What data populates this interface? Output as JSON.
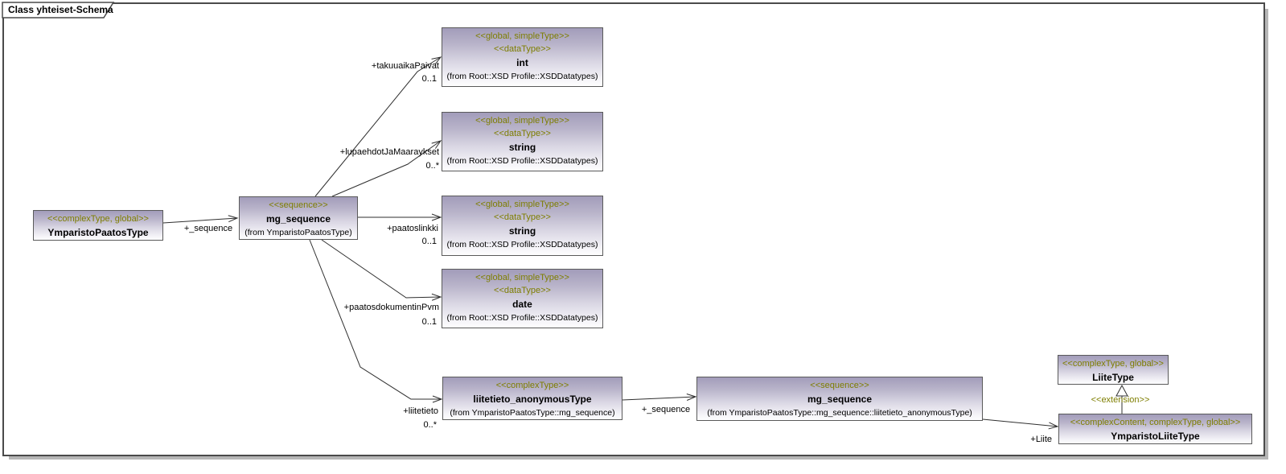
{
  "frame": {
    "title": "Class yhteiset-Schema"
  },
  "colors": {
    "stereotype_text": "#7e7e00",
    "node_fill_top": "#a29cba",
    "node_fill_bottom": "#fdfdfe",
    "node_border": "#5a5a5a",
    "edge_line": "#2f2f2f",
    "frame_border": "#4a4a4a",
    "frame_shadow": "#b6b6b6"
  },
  "nodes": {
    "ymparistoPaatosType": {
      "stereotype": "<<complexType, global>>",
      "name": "YmparistoPaatosType"
    },
    "mgSequence1": {
      "stereotype": "<<sequence>>",
      "name": "mg_sequence",
      "from": "(from YmparistoPaatosType)"
    },
    "int": {
      "stereotype1": "<<global, simpleType>>",
      "stereotype2": "<<dataType>>",
      "name": "int",
      "from": "(from Root::XSD Profile::XSDDatatypes)"
    },
    "string1": {
      "stereotype1": "<<global, simpleType>>",
      "stereotype2": "<<dataType>>",
      "name": "string",
      "from": "(from Root::XSD Profile::XSDDatatypes)"
    },
    "string2": {
      "stereotype1": "<<global, simpleType>>",
      "stereotype2": "<<dataType>>",
      "name": "string",
      "from": "(from Root::XSD Profile::XSDDatatypes)"
    },
    "date": {
      "stereotype1": "<<global, simpleType>>",
      "stereotype2": "<<dataType>>",
      "name": "date",
      "from": "(from Root::XSD Profile::XSDDatatypes)"
    },
    "liitetieto": {
      "stereotype": "<<complexType>>",
      "name": "liitetieto_anonymousType",
      "from": "(from YmparistoPaatosType::mg_sequence)"
    },
    "mgSequence2": {
      "stereotype": "<<sequence>>",
      "name": "mg_sequence",
      "from": "(from YmparistoPaatosType::mg_sequence::liitetieto_anonymousType)"
    },
    "liiteType": {
      "stereotype": "<<complexType, global>>",
      "name": "LiiteType"
    },
    "ymparistoLiiteType": {
      "stereotype": "<<complexContent, complexType, global>>",
      "name": "YmparistoLiiteType"
    }
  },
  "edges": {
    "sequence1": {
      "role": "+_sequence"
    },
    "takuuaikaPaivat": {
      "role": "+takuuaikaPaivat",
      "multiplicity": "0..1"
    },
    "lupaehdotJaMaaraykset": {
      "role": "+lupaehdotJaMaaraykset",
      "multiplicity": "0..*"
    },
    "paatoslinkki": {
      "role": "+paatoslinkki",
      "multiplicity": "0..1"
    },
    "paatosdokumentinPvm": {
      "role": "+paatosdokumentinPvm",
      "multiplicity": "0..1"
    },
    "liitetieto": {
      "role": "+liitetieto",
      "multiplicity": "0..*"
    },
    "sequence2": {
      "role": "+_sequence"
    },
    "liite": {
      "role": "+Liite"
    },
    "extension": {
      "stereotype": "<<extension>>"
    }
  }
}
